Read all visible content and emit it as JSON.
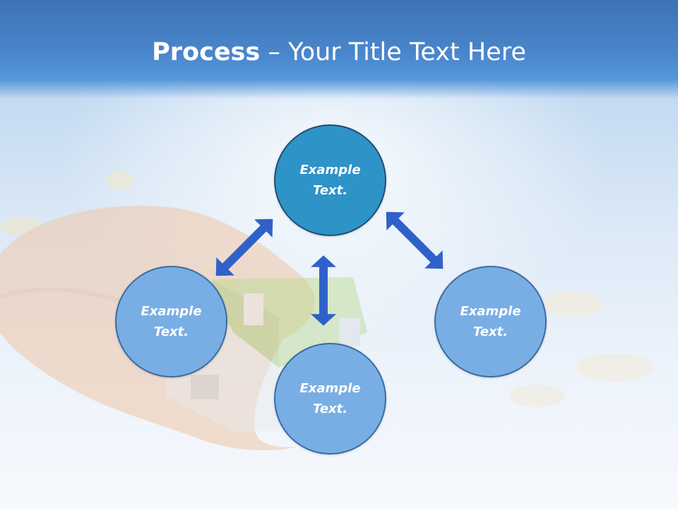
{
  "slide": {
    "title_bold": "Process",
    "title_rest": " – Your Title Text Here"
  },
  "diagram": {
    "nodes": {
      "top": "Example\nText.",
      "left": "Example\nText.",
      "bottom": "Example\nText.",
      "right": "Example\nText."
    }
  },
  "colors": {
    "header": "#4a86cc",
    "node_active": "#2e93c7",
    "node_default": "#79aee5",
    "arrow": "#2f62c9"
  }
}
